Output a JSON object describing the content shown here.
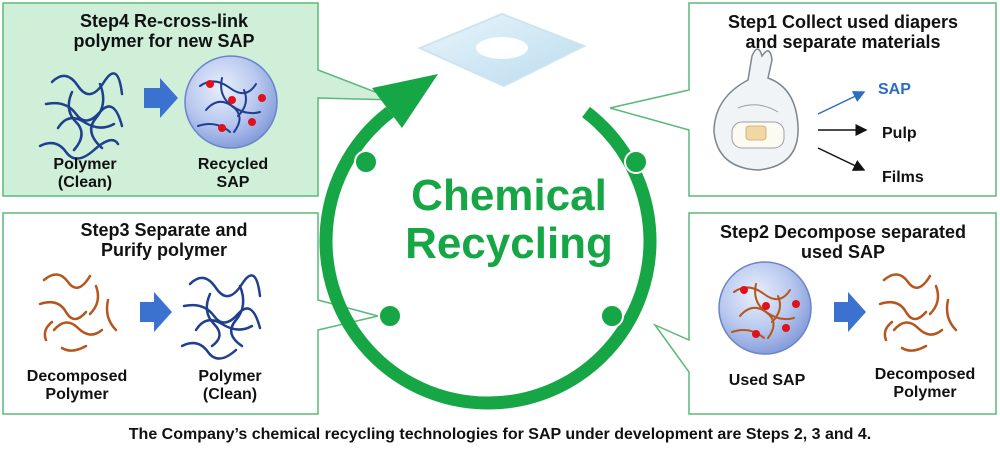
{
  "center": {
    "line1": "Chemical",
    "line2": "Recycling"
  },
  "steps": {
    "step1": {
      "title": "Step1 Collect used diapers\nand separate materials",
      "outputs": [
        "SAP",
        "Pulp",
        "Films"
      ]
    },
    "step2": {
      "title": "Step2 Decompose separated\nused SAP",
      "left_label": "Used SAP",
      "right_label": "Decomposed\nPolymer"
    },
    "step3": {
      "title": "Step3 Separate and\nPurify polymer",
      "left_label": "Decomposed\nPolymer",
      "right_label": "Polymer\n(Clean)"
    },
    "step4": {
      "title": "Step4 Re-cross-link\npolymer for new SAP",
      "left_label": "Polymer\n(Clean)",
      "right_label": "Recycled\nSAP"
    }
  },
  "footer": "The Company’s chemical recycling technologies for SAP under development are Steps 2, 3 and 4.",
  "colors": {
    "green": "#16a646",
    "step4_bg": "#cfefd9",
    "panel_border": "#5bb879",
    "sap_label": "#2b6cc4",
    "arrow_blue": "#3b72cf",
    "polymer_orange": "#b5561e",
    "polymer_blue": "#1f3f8f",
    "crosslink_red": "#e0101c"
  }
}
